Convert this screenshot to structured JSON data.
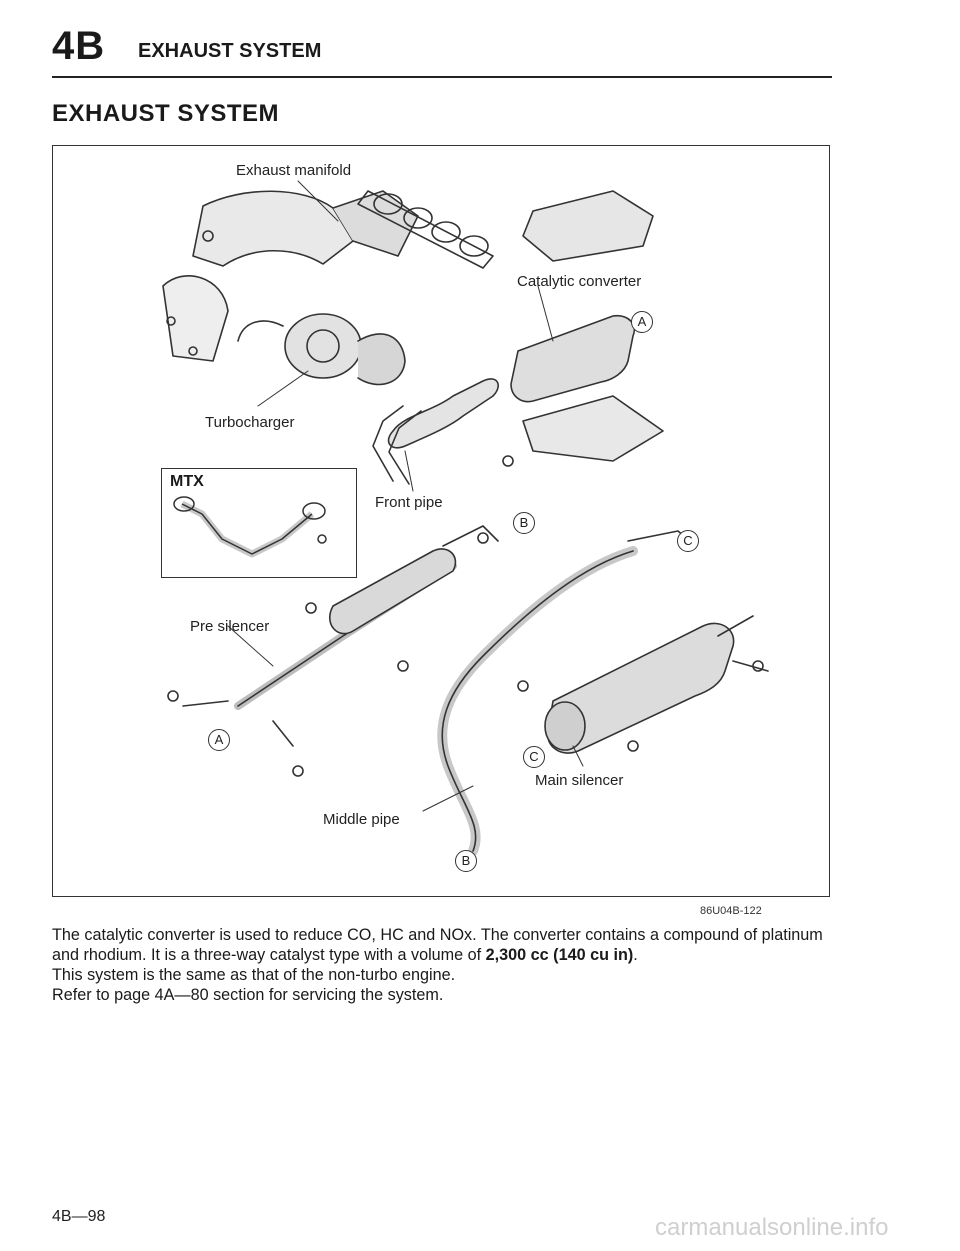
{
  "header": {
    "section_code": "4B",
    "section_name": "EXHAUST SYSTEM"
  },
  "page_title": "EXHAUST SYSTEM",
  "figure": {
    "labels": {
      "exhaust_manifold": "Exhaust manifold",
      "catalytic_converter": "Catalytic converter",
      "turbocharger": "Turbocharger",
      "mtx": "MTX",
      "front_pipe": "Front pipe",
      "pre_silencer": "Pre silencer",
      "main_silencer": "Main silencer",
      "middle_pipe": "Middle pipe"
    },
    "refs": {
      "a": "A",
      "b": "B",
      "c": "C"
    },
    "code": "86U04B-122"
  },
  "body": {
    "line1_pre": "The catalytic converter is used to reduce CO, HC and NOx. The converter contains a compound of platinum and rhodium. It is a three-way catalyst type with a volume of ",
    "line1_bold": "2,300 cc (140 cu in)",
    "line1_post": ".",
    "line2": "This system is the same as that of the non-turbo engine.",
    "line3": "Refer to page 4A—80 section for servicing the system."
  },
  "footer": {
    "page_number": "4B—98",
    "watermark": "carmanualsonline.info"
  }
}
